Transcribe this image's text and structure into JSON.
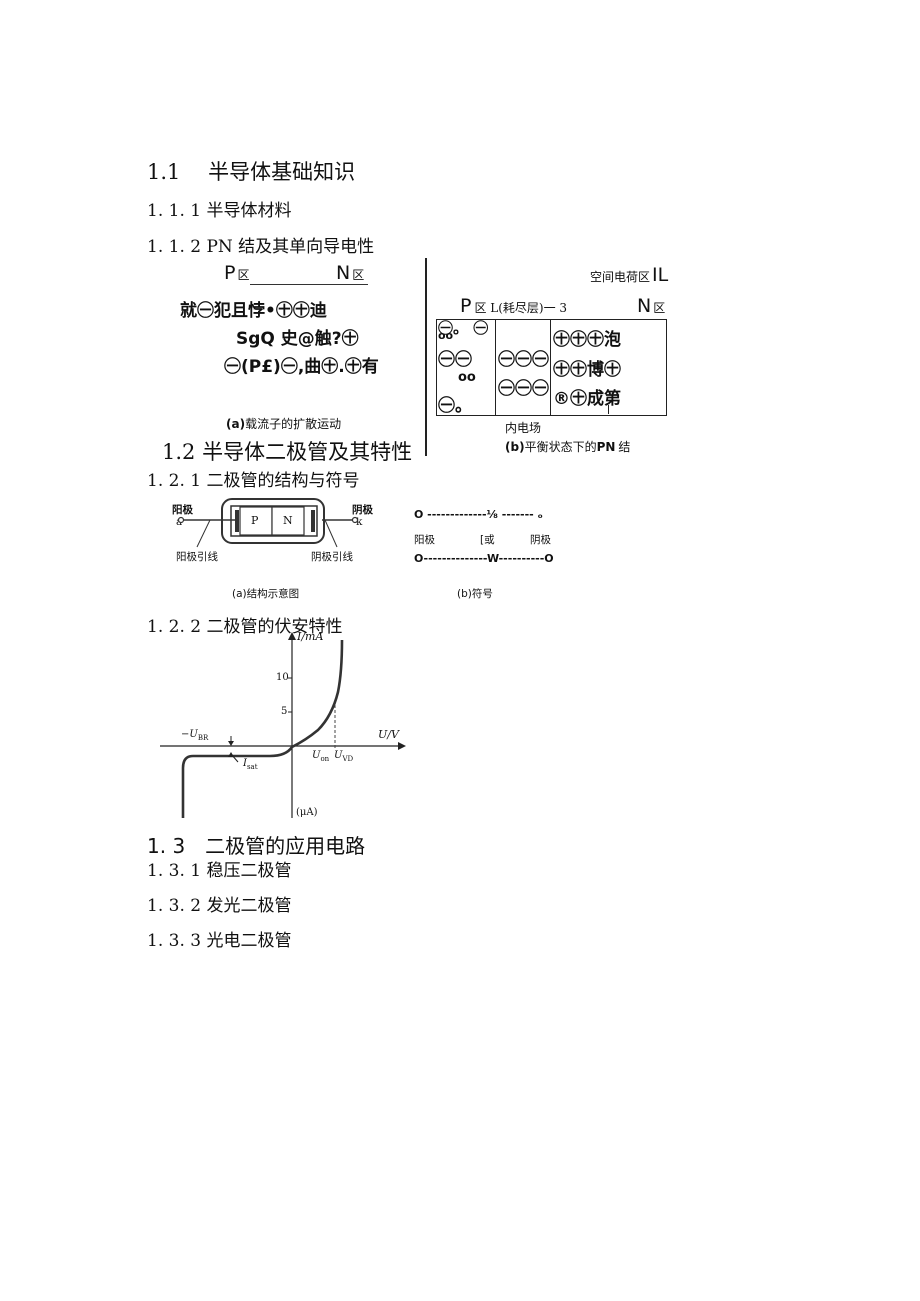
{
  "headings": {
    "s1_1": "1.1　 半导体基础知识",
    "s1_1_1": "1. 1. 1  半导体材料",
    "s1_1_2": "1. 1. 2  PN 结及其单向导电性",
    "s1_2": "1.2 半导体二极管及其特性",
    "s1_2_1": "1. 2. 1 二极管的结构与符号",
    "s1_2_2": "1. 2. 2 二极管的伏安特性",
    "s1_3": "1. 3　二极管的应用电路",
    "s1_3_1": "1. 3. 1 稳压二极管",
    "s1_3_2": "1. 3. 2 发光二极管",
    "s1_3_3": "1. 3. 3 光电二极管"
  },
  "pn_figure": {
    "left": {
      "p_label": "P",
      "p_qu": "区",
      "n_label": "N",
      "n_qu": "区",
      "row1": "就㊀犯且悖•㊉㊉迪",
      "row2": "SgQ 史@触?㊉",
      "row3": "㊀(P£)㊀,曲㊉.㊉有",
      "caption_a": "(a)",
      "caption": "载流子的扩散运动"
    },
    "right": {
      "space_charge": "空间电荷区",
      "space_charge_suffix": "IL",
      "p_label": "P",
      "p_qu": "区 L(耗尽层)一 3",
      "n_label": "N",
      "n_qu": "区",
      "cell_l1": "㊀。 ㊀",
      "cell_l2": "㊀㊀",
      "cell_l3": "oo",
      "cell_l4": "㊀。",
      "cell_l0": "oo",
      "cell_m1": "㊀㊀㊀",
      "cell_m2": "㊀㊀㊀",
      "cell_r1": "㊉㊉㊉泡",
      "cell_r2": "㊉㊉博㊉",
      "cell_r3": "®㊉成第",
      "field_label": "内电场",
      "caption_b": "(b)",
      "caption": "平衡状态下的",
      "caption_pn": "PN",
      "caption_end": "结"
    }
  },
  "diode_figure": {
    "anode": "阳极",
    "anode_letter": "a",
    "cathode": "阴极",
    "cathode_letter": "k",
    "p": "P",
    "n": "N",
    "anode_lead": "阳极引线",
    "cathode_lead": "阴极引线",
    "caption_a": "(a)结构示意图",
    "sym_line1": "O -------------⅛ ------- ₒ",
    "sym_anode": "阳极",
    "sym_mid": "[或",
    "sym_cathode": "阴极",
    "sym_line2": "O--------------W----------O",
    "caption_b": "(b)符号"
  },
  "iv_chart": {
    "y_label": "I/mA",
    "x_label": "U/V",
    "tick_10": "10",
    "tick_5": "5",
    "ubr": "−U",
    "ubr_sub": "BR",
    "uon": "U",
    "uon_sub": "on",
    "uvd": "U",
    "uvd_sub": "VD",
    "isat": "I",
    "isat_sub": "sat",
    "ua": "(μA)"
  }
}
